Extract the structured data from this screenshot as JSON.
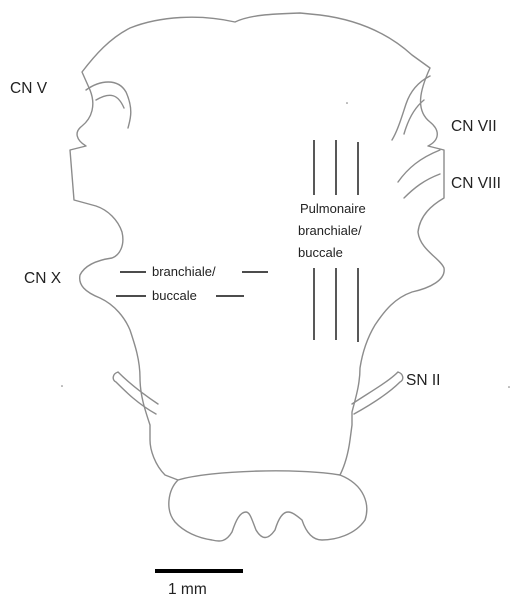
{
  "labels": {
    "cn_v": "CN V",
    "cn_vii": "CN VII",
    "cn_viii": "CN VIII",
    "cn_x": "CN X",
    "sn_ii": "SN II",
    "pulmonaire": "Pulmonaire",
    "branchiale_right": "branchiale/",
    "buccale_right": "buccale",
    "branchiale_left": "branchiale/",
    "buccale_left": "buccale",
    "scale": "1 mm"
  },
  "colors": {
    "outline": "#8c8c8c",
    "ink": "#111111"
  }
}
